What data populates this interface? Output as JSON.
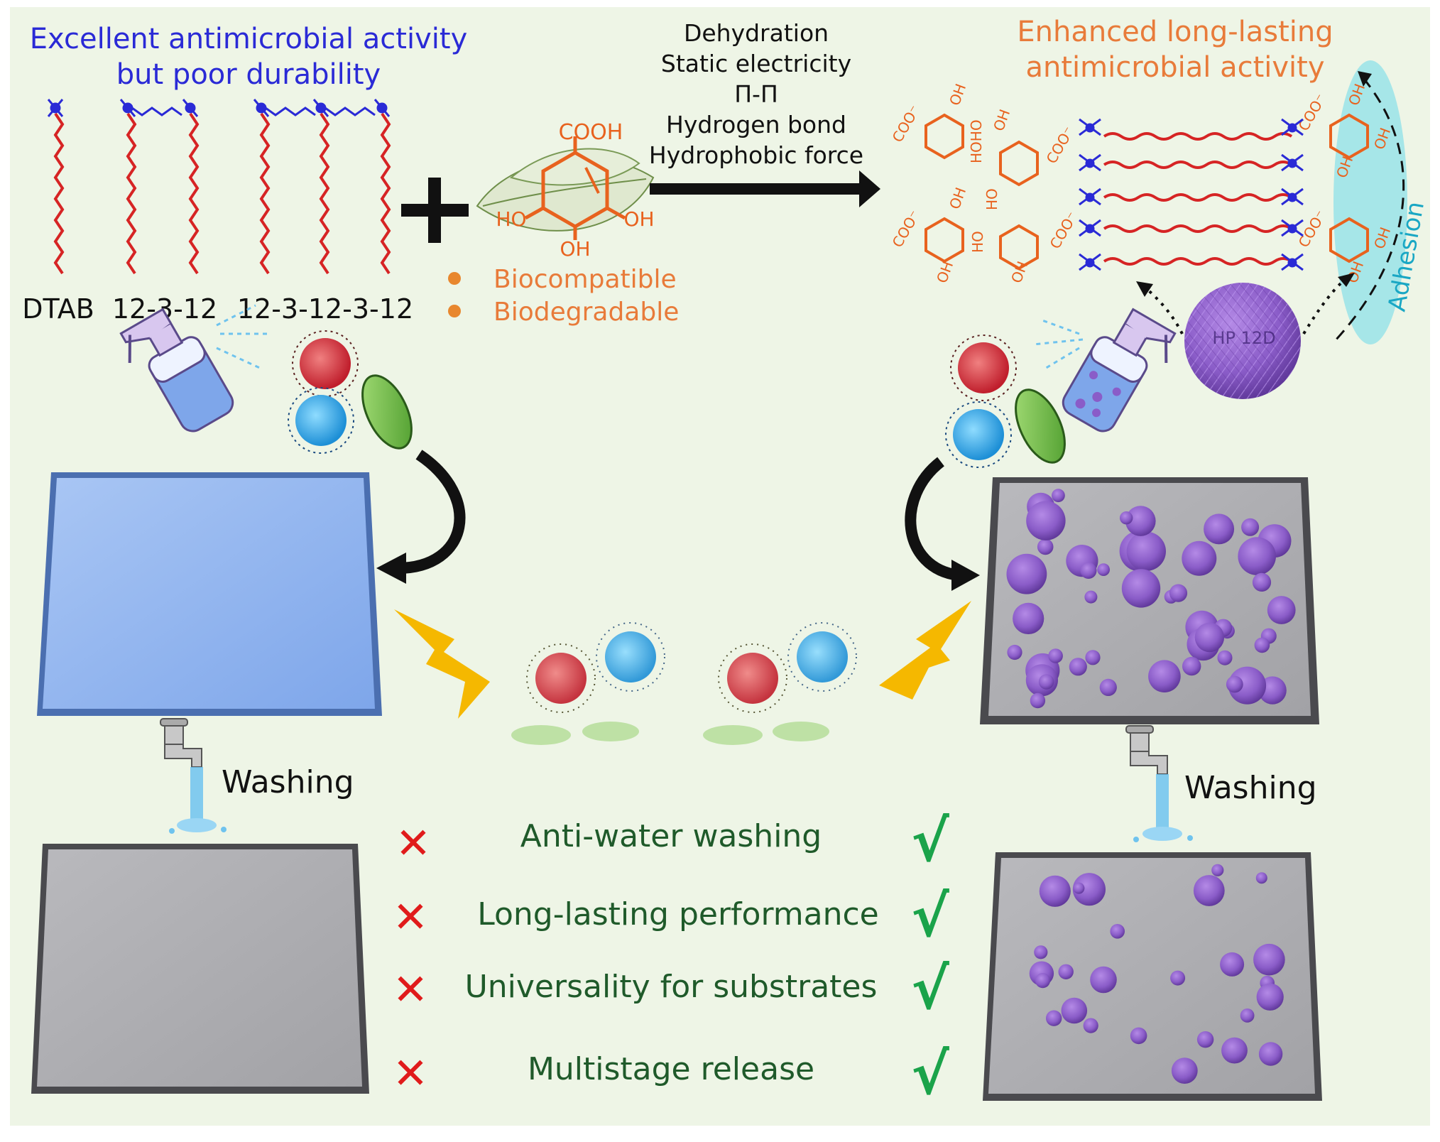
{
  "colors": {
    "background": "#eef5e6",
    "blue_text": "#2a2ad6",
    "orange_text": "#e87b3a",
    "chain_red": "#d62424",
    "chem_orange": "#e8621e",
    "purple_particle": "#8a5cc8",
    "adhesion_cyan": "#8ee0e8",
    "check_green": "#1aa34a",
    "cross_red": "#e01b1b",
    "bolt_yellow": "#f5b800",
    "left_panel_blue": "#8fb4ef",
    "panel_gray": "#a9a9ad"
  },
  "left_title": {
    "line1": "Excellent antimicrobial activity",
    "line2": "but poor durability"
  },
  "surfactants": {
    "dtab": "DTAB",
    "gemini": "12-3-12",
    "trimeric": "12-3-12-3-12"
  },
  "gallic_acid": {
    "cooh": "COOH",
    "ho": "HO",
    "oh_right": "OH",
    "oh_bottom": "OH"
  },
  "properties": [
    "Biocompatible",
    "Biodegradable"
  ],
  "forces": [
    "Dehydration",
    "Static electricity",
    "Π-Π",
    "Hydrogen bond",
    "Hydrophobic force"
  ],
  "right_title": {
    "line1": "Enhanced long-lasting",
    "line2": "antimicrobial activity"
  },
  "assembly_labels": {
    "coo": "COO⁻",
    "oh": "OH",
    "ho": "HO",
    "hoho": "HOHO"
  },
  "adhesion_label": "Adhesion",
  "particle_label": "HP 12D",
  "washing_left": "Washing",
  "washing_right": "Washing",
  "comparison": [
    {
      "label": "Anti-water washing",
      "left": "✕",
      "right": "√"
    },
    {
      "label": "Long-lasting performance",
      "left": "✕",
      "right": "√"
    },
    {
      "label": "Universality for substrates",
      "left": "✕",
      "right": "√"
    },
    {
      "label": "Multistage release",
      "left": "✕",
      "right": "√"
    }
  ],
  "icons": {
    "spray": "spray-bottle-icon",
    "faucet": "faucet-icon",
    "bacteria": "bacteria-icon",
    "bolt": "lightning-bolt-icon",
    "leaf": "leaf-icon"
  }
}
